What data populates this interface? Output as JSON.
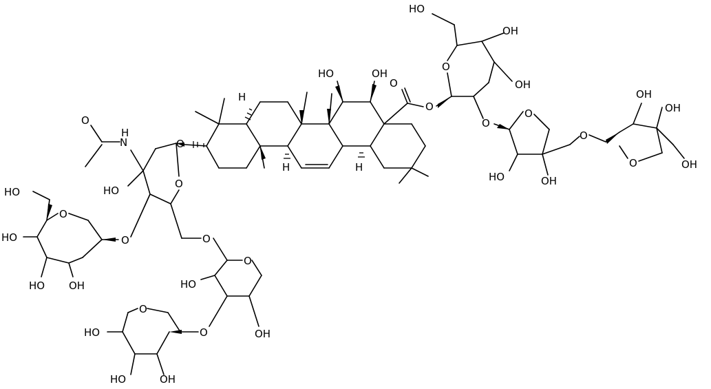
{
  "labels": {
    "o_ring": "O",
    "o_link": "O",
    "o_carbonyl": "O",
    "oh": "HO",
    "ho_left": "HO",
    "oh_right": "OH",
    "h": "H",
    "nh": "N",
    "nh_h": "H"
  }
}
